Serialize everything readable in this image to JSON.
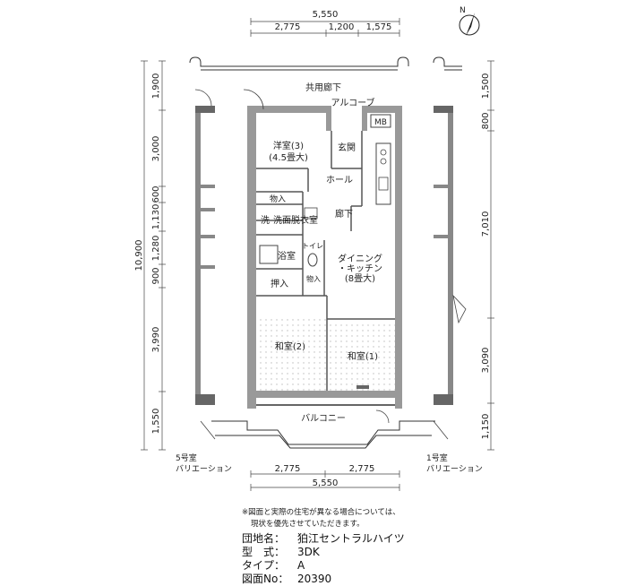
{
  "dims": {
    "top_total": "5,550",
    "top_parts": [
      "2,775",
      "1,200",
      "1,575"
    ],
    "bottom_parts": [
      "2,775",
      "2,775"
    ],
    "bottom_total": "5,550",
    "left_total": "10,900",
    "left_parts": [
      "1,900",
      "3,000",
      "600",
      "1,130",
      "1,280",
      "900",
      "3,990",
      "1,550"
    ],
    "right_parts": [
      "1,500",
      "800",
      "7,010",
      "3,090",
      "1,150"
    ]
  },
  "labels": {
    "corridor": "共用廊下",
    "alcove": "アルコーブ",
    "mb": "MB",
    "western_room": "洋室(3)",
    "western_size": "(4.5畳大)",
    "entrance": "玄関",
    "hall": "ホール",
    "storage": "物入",
    "wash": "洗",
    "dressing": "洗面脱衣室",
    "hallway": "廊下",
    "toilet": "トイレ",
    "bath": "浴室",
    "dk_line1": "ダイニング",
    "dk_line2": "・キッチン",
    "dk_size": "(8畳大)",
    "closet": "押入",
    "storage2": "物入",
    "japanese2": "和室(2)",
    "japanese1": "和室(1)",
    "balcony": "バルコニー",
    "room5_title": "5号室",
    "room5_sub": "バリエーション",
    "room1_title": "1号室",
    "room1_sub": "バリエーション",
    "north": "N"
  },
  "note": [
    "※図面と実際の住宅が異なる場合については、",
    "現状を優先させていただきます。"
  ],
  "info": [
    {
      "key": "団地名：",
      "value": "狛江セントラルハイツ"
    },
    {
      "key": "型　式：",
      "value": "3DK"
    },
    {
      "key": "タイプ：",
      "value": "A"
    },
    {
      "key": "図面No：",
      "value": "20390"
    }
  ]
}
